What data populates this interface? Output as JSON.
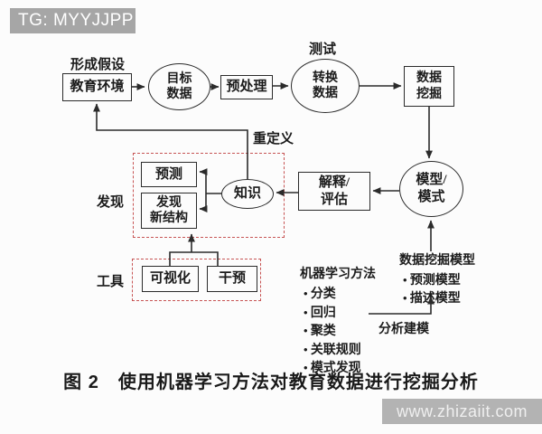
{
  "header": {
    "tag_label": "TG: MYYJJPP"
  },
  "labels": {
    "form_hypothesis": "形成假设",
    "test": "测试",
    "redefine": "重定义",
    "discovery": "发现",
    "tools": "工具",
    "analysis_modeling": "分析建模"
  },
  "nodes": {
    "edu_env": "教育环境",
    "target_data": {
      "line1": "目标",
      "line2": "数据"
    },
    "preprocess": "预处理",
    "transform_data": {
      "line1": "转换",
      "line2": "数据"
    },
    "data_mining": {
      "line1": "数据",
      "line2": "挖掘"
    },
    "predict": "预测",
    "new_structure": {
      "line1": "发现",
      "line2": "新结构"
    },
    "knowledge": "知识",
    "interpret_evaluate": {
      "line1": "解释/",
      "line2": "评估"
    },
    "model_pattern": {
      "line1": "模型/",
      "line2": "模式"
    },
    "visualization": "可视化",
    "intervention": "干预"
  },
  "ml_methods": {
    "heading": "机器学习方法",
    "items": [
      "分类",
      "回归",
      "聚类",
      "关联规则",
      "模式发现"
    ]
  },
  "dm_models": {
    "heading": "数据挖掘模型",
    "items": [
      "预测模型",
      "描述模型"
    ]
  },
  "caption": "图 2　使用机器学习方法对教育数据进行挖掘分析",
  "watermark": {
    "text": "www.zhizaiit.com"
  },
  "colors": {
    "line": "#2b2b2b",
    "dashed_frame": "#c75454",
    "tag_bg": "#a6a6a6",
    "watermark_bg": "#b3b3b3",
    "background": "#fcfcfc"
  }
}
